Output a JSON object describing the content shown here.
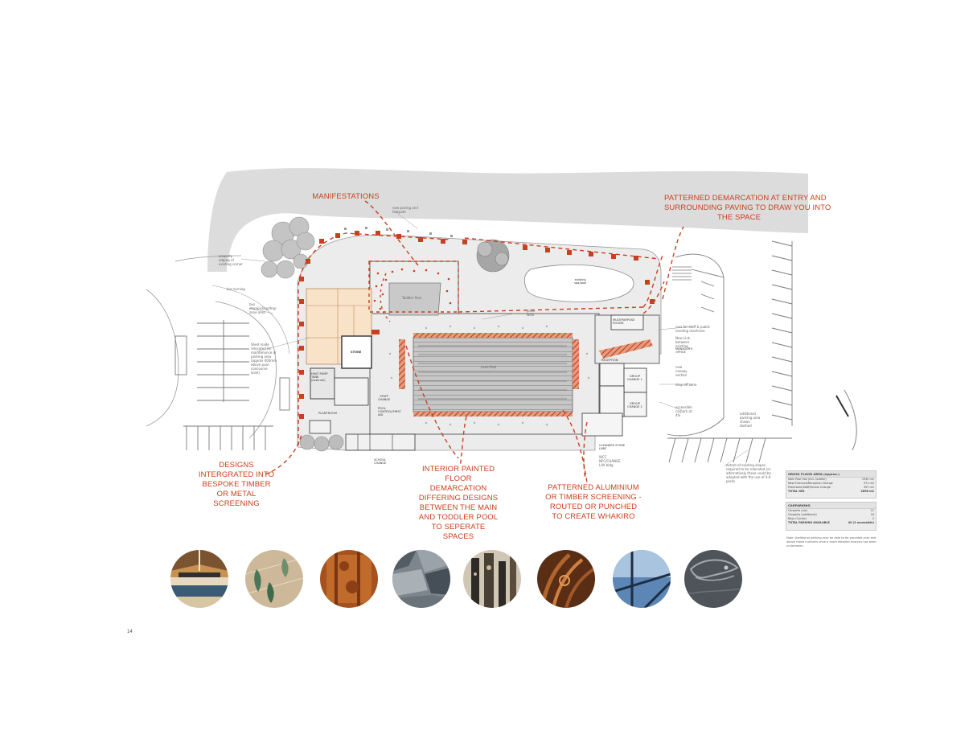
{
  "page_number": "14",
  "annotations": {
    "manifestations": [
      "MANIFESTATIONS"
    ],
    "entry_demarcation": [
      "PATTERNED DEMARCATION AT  ENTRY AND",
      "SURROUNDING PAVING TO DRAW YOU INTO",
      "THE SPACE"
    ],
    "designs_screening": [
      "DESIGNS",
      "INTERGRATED INTO",
      "BESPOKE TIMBER",
      "OR METAL",
      "SCREENING"
    ],
    "interior_floor": [
      "INTERIOR PAINTED",
      "FLOOR",
      "DEMARCATION",
      "DIFFERING DESIGNS",
      "BETWEEN THE MAIN",
      "AND TODDLER POOL",
      "TO SEPERATE",
      "SPACES"
    ],
    "aluminium_screening": [
      "PATTERNED ALUMINIUM",
      "OR TIMBER SCREENING -",
      "ROUTED OR PUNCHED",
      "TO CREATE WHAKIRO"
    ]
  },
  "rooms": {
    "toddler_pool": "Toddler Pool",
    "lane_pool": "Lane Pool",
    "store": "STORE",
    "heat_pump": [
      "HEAT PUMP",
      "TANK",
      "(external)"
    ],
    "reception": "RECEPTION",
    "managers_office": [
      "MANAGER'S",
      "OFFICE"
    ],
    "multipurpose": [
      "MULTIPURPOSE",
      "ROOMS"
    ],
    "group_change_1": [
      "GROUP",
      "CHANGE 1"
    ],
    "group_change_2": [
      "GROUP",
      "CHANGE 2"
    ],
    "staff_change": [
      "STAFF",
      "CHANGE"
    ],
    "pool_control": [
      "POOL",
      "CONTROL/FIRST",
      "AID"
    ],
    "cleaners_store": [
      "CLEANERS STORE",
      "LNRC"
    ],
    "school_change": [
      "SCHOOL",
      "CHANGE"
    ],
    "plantroom": "PLANTROOM",
    "existing_spa": [
      "existing",
      "spa/pool"
    ]
  },
  "notes": {
    "new_paving": [
      "new paving and",
      "footpath"
    ],
    "property_boundary": [
      "property",
      "edging of",
      "existing corner"
    ],
    "bus_turning": "bus turning",
    "bus_stop": [
      "bus",
      "stop/pickup/drop",
      "zone area"
    ],
    "shed": [
      "Shed made",
      "relocated for",
      "maintenance or",
      "parking area",
      "(approx 400mm",
      "above pool",
      "concourse",
      "level)"
    ],
    "pram_walk": [
      "pram",
      "walk"
    ],
    "cars_parking": [
      "cars for staff & public",
      "vending machines"
    ],
    "drop_off": "drop off zone",
    "new_link": [
      "New Link",
      "between",
      "existing"
    ],
    "canopy": [
      "new",
      "canopy",
      "section"
    ],
    "additional_parking": [
      "additional",
      "parking area",
      "shown",
      "dashed"
    ],
    "accessible": [
      "accessible",
      "carpark at",
      "4%"
    ],
    "parking_note": [
      "extent of existing slopes",
      "required to be relocated (or",
      "alternatively these could be",
      "adopted with the use of 4-6",
      "parks"
    ],
    "wc_note": [
      "WCC",
      "NFC/CHANGE",
      "LAV bldg"
    ]
  },
  "tables": {
    "gross": {
      "title": "GROSS FLOOR AREA (approx.)",
      "rows": [
        [
          "Main Pool Hall (incl. toddler)",
          "1930 m2"
        ],
        [
          "New Entrance/Reception Change",
          "371 m2"
        ],
        [
          "Plantroom/Staff/School Change",
          "397 m2"
        ],
        [
          "TOTAL GFA",
          "2698 m2"
        ]
      ]
    },
    "carparking": {
      "title": "CARPARKING",
      "rows": [
        [
          "Carparks (car)",
          "21"
        ],
        [
          "Carparks (additional)",
          "16"
        ],
        [
          "Bays (Cycles)",
          "2"
        ],
        [
          "TOTAL PARKING AVAILABLE",
          "40 (2 accessible)"
        ]
      ]
    },
    "footnote": "Note: Additional parking may be able to be provided over and above these numbers once a more detailed analysis has been undertaken."
  },
  "swatches": [
    {
      "name": "ceiling-panels",
      "colors": [
        "#6a4a2a",
        "#c98d4e",
        "#e9e1cf"
      ]
    },
    {
      "name": "leaf-pattern-wall",
      "colors": [
        "#c9b497",
        "#3e6a4b",
        "#d9c8aa"
      ]
    },
    {
      "name": "perforated-copper",
      "colors": [
        "#9a4a1c",
        "#c0692a",
        "#6b3012"
      ]
    },
    {
      "name": "paving-pattern",
      "colors": [
        "#5c6670",
        "#9aa3aa",
        "#3e474f"
      ]
    },
    {
      "name": "carved-posts",
      "colors": [
        "#2e2a26",
        "#8a7d68",
        "#c9c0ae"
      ]
    },
    {
      "name": "carved-timber",
      "colors": [
        "#5a2e14",
        "#a2572a",
        "#3a1a0a"
      ]
    },
    {
      "name": "glass-facade",
      "colors": [
        "#5c86b6",
        "#a9c4de",
        "#1e2d44"
      ]
    },
    {
      "name": "stone-motif",
      "colors": [
        "#4f545a",
        "#8a8f95",
        "#2f3338"
      ]
    }
  ]
}
